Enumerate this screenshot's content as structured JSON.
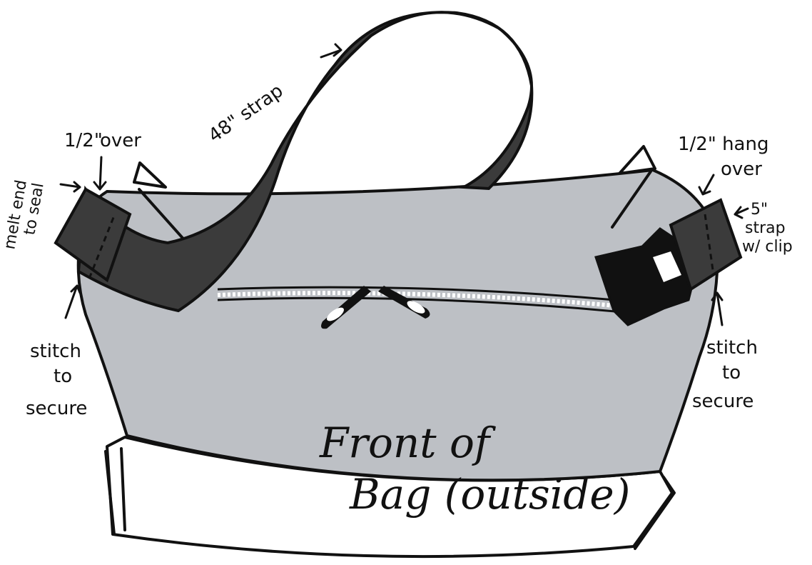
{
  "colors": {
    "bag_fill": "#BDC0C5",
    "strap_fill": "#3B3B3B",
    "buckle_fill": "#111111",
    "outline": "#111111",
    "background": "#FFFFFF"
  },
  "labels": {
    "strap_length": "48\" strap",
    "left_overhang_line1": "1/2\"",
    "left_overhang_line2": "over",
    "melt_line1": "melt end",
    "melt_line2": "to seal",
    "left_stitch_line1": "stitch",
    "left_stitch_line2": "to",
    "left_stitch_line3": "secure",
    "right_overhang_line1": "1/2\" hang",
    "right_overhang_line2": "over",
    "short_strap_line1": "5\"",
    "short_strap_line2": "strap",
    "short_strap_line3": "w/ clip",
    "right_stitch_line1": "stitch",
    "right_stitch_line2": "to",
    "right_stitch_line3": "secure",
    "title_line1": "Front of",
    "title_line2": "Bag (outside)"
  },
  "icons": {
    "zipper_pull": "zipper-pull-icon",
    "buckle": "buckle-clip-icon"
  }
}
